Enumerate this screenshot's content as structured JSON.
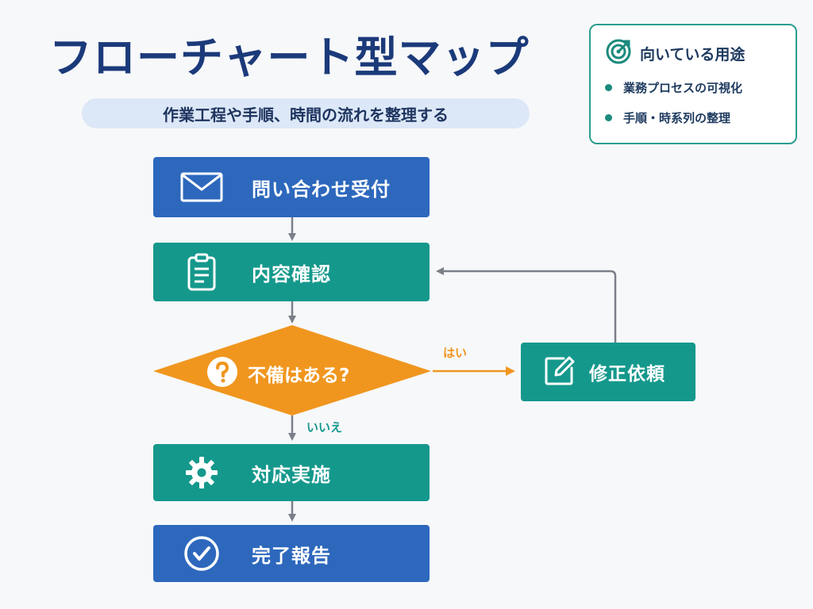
{
  "header": {
    "title": "フローチャート型マップ",
    "subtitle": "作業工程や手順、時間の流れを整理する"
  },
  "usecase": {
    "title": "向いている用途",
    "items": [
      "業務プロセスの可視化",
      "手順・時系列の整理"
    ]
  },
  "flow": {
    "steps": [
      {
        "label": "問い合わせ受付",
        "icon": "envelope-icon",
        "color": "#2d68bd"
      },
      {
        "label": "内容確認",
        "icon": "clipboard-icon",
        "color": "#15988c"
      },
      {
        "label": "対応実施",
        "icon": "gear-icon",
        "color": "#15988c"
      },
      {
        "label": "完了報告",
        "icon": "check-circle-icon",
        "color": "#2d68bd"
      }
    ],
    "decision": {
      "label": "不備はある?",
      "icon": "question-icon",
      "color": "#f0961f"
    },
    "side_step": {
      "label": "修正依頼",
      "icon": "edit-icon",
      "color": "#15988c"
    },
    "yes_label": "はい",
    "no_label": "いいえ"
  },
  "colors": {
    "title": "#1b3a7a",
    "blue": "#2d68bd",
    "teal": "#15988c",
    "orange": "#f0961f",
    "arrow": "#7a7f88"
  }
}
